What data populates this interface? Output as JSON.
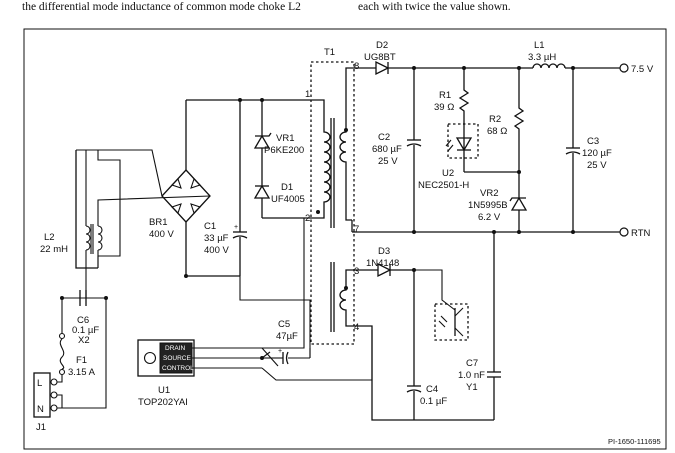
{
  "top_text": {
    "left": "the differential mode inductance of common mode choke L2",
    "right": "each with twice the value shown."
  },
  "labels": {
    "t1": "T1",
    "d2_name": "D2",
    "d2_part": "UG8BT",
    "l1_name": "L1",
    "l1_val": "3.3 µH",
    "out_pos": "7.5 V",
    "out_rtn": "RTN",
    "vr1_name": "VR1",
    "vr1_part": "P6KE200",
    "d1_name": "D1",
    "d1_part": "UF4005",
    "br1_name": "BR1",
    "br1_val": "400 V",
    "c1_name": "C1",
    "c1_val1": "33 µF",
    "c1_val2": "400 V",
    "l2_name": "L2",
    "l2_val": "22 mH",
    "c6_name": "C6",
    "c6_val": "0.1 µF",
    "c6_cls": "X2",
    "f1_name": "F1",
    "f1_val": "3.15 A",
    "j1_name": "J1",
    "j1_l": "L",
    "j1_n": "N",
    "u1_name": "U1",
    "u1_part": "TOP202YAI",
    "u1_drain": "DRAIN",
    "u1_source": "SOURCE",
    "u1_control": "CONTROL",
    "c5_name": "C5",
    "c5_val": "47µF",
    "c2_name": "C2",
    "c2_val1": "680 µF",
    "c2_val2": "25 V",
    "r1_name": "R1",
    "r1_val": "39 Ω",
    "r2_name": "R2",
    "r2_val": "68 Ω",
    "u2_name": "U2",
    "u2_part": "NEC2501-H",
    "c3_name": "C3",
    "c3_val1": "120 µF",
    "c3_val2": "25 V",
    "vr2_name": "VR2",
    "vr2_part": "1N5995B",
    "vr2_val": "6.2 V",
    "d3_name": "D3",
    "d3_part": "1N4148",
    "c4_name": "C4",
    "c4_val": "0.1 µF",
    "c7_name": "C7",
    "c7_val": "1.0 nF",
    "c7_cls": "Y1",
    "pin1": "1",
    "pin2": "2",
    "pin3": "3",
    "pin4": "4",
    "pin7": "7",
    "pin8": "8",
    "ref": "PI-1650-111695"
  }
}
